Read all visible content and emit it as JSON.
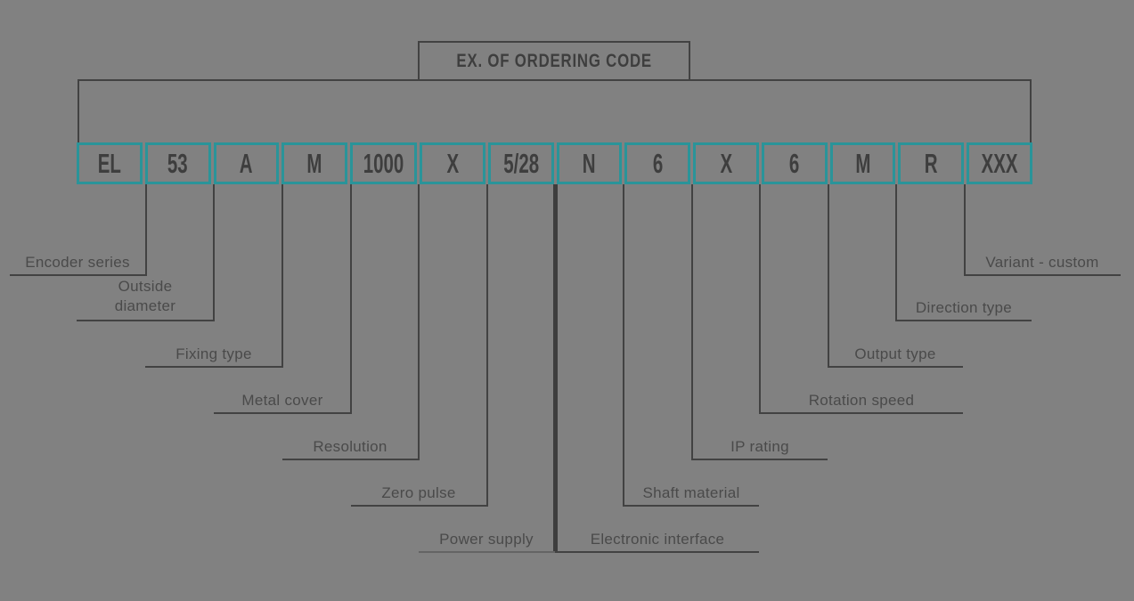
{
  "title": "EX. OF ORDERING CODE",
  "colors": {
    "background": "#818181",
    "line": "#424242",
    "box_border_accent": "#2a9499",
    "text": "#3e3e3e",
    "label_text": "#4a4a4a"
  },
  "segments": [
    {
      "value": "EL",
      "label": "Encoder series"
    },
    {
      "value": "53",
      "label": "Outside diameter"
    },
    {
      "value": "A",
      "label": "Fixing type"
    },
    {
      "value": "M",
      "label": "Metal cover"
    },
    {
      "value": "1000",
      "label": "Resolution"
    },
    {
      "value": "X",
      "label": "Zero pulse"
    },
    {
      "value": "5/28",
      "label": "Power supply"
    },
    {
      "value": "N",
      "label": "Electronic interface"
    },
    {
      "value": "6",
      "label": "Shaft material"
    },
    {
      "value": "X",
      "label": "IP rating"
    },
    {
      "value": "6",
      "label": "Rotation speed"
    },
    {
      "value": "M",
      "label": "Output type"
    },
    {
      "value": "R",
      "label": "Direction type"
    },
    {
      "value": "XXX",
      "label": "Variant - custom"
    }
  ]
}
